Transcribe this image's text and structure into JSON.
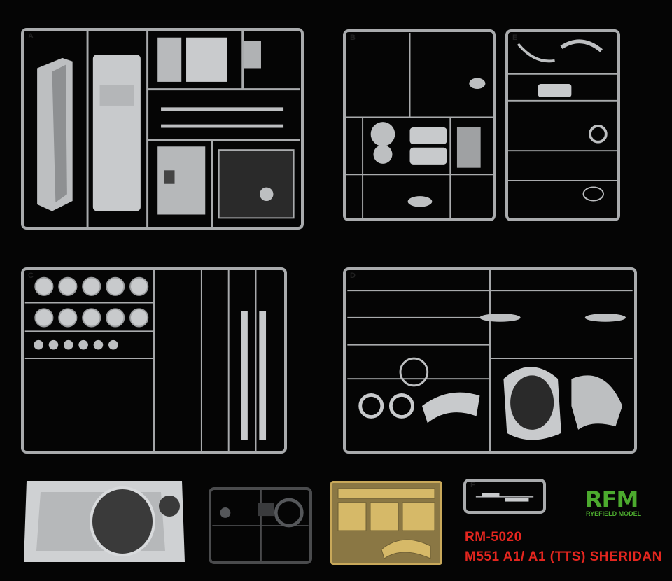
{
  "sprues": {
    "a": {
      "letter": "A"
    },
    "b": {
      "letter": "B"
    },
    "e": {
      "letter": "E"
    },
    "c": {
      "letter": "C"
    },
    "d": {
      "letter": "D"
    },
    "f": {
      "letter": "F"
    }
  },
  "brand": {
    "logo_mark": "RFM",
    "logo_name": "RYEFIELD MODEL",
    "product_code": "RM-5020",
    "product_title": "M551 A1/ A1 (TTS) SHERIDAN",
    "code_color": "#e3261f",
    "logo_color": "#4caa2e"
  }
}
